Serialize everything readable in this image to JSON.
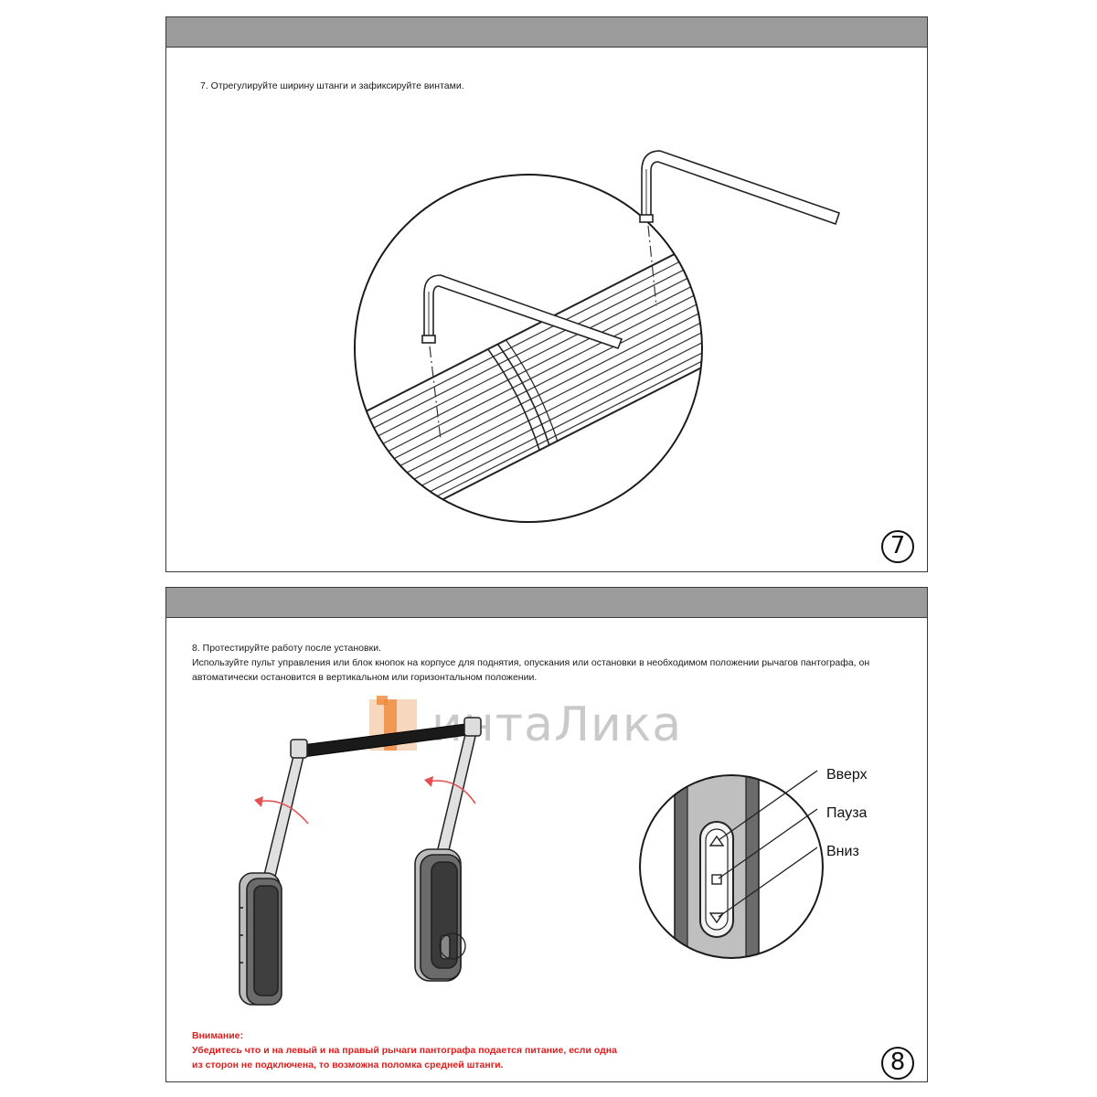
{
  "watermark": {
    "brand": "интаЛика",
    "accent": "#ef8a3a",
    "color": "#c9c9c9"
  },
  "step7": {
    "instruction": "7. Отрегулируйте ширину штанги и зафиксируйте винтами.",
    "number": "7"
  },
  "step8": {
    "lines": [
      "8. Протестируйте работу после установки.",
      "Используйте пульт управления или блок кнопок на корпусе для поднятия, опускания или остановки в необходимом положении рычагов пантографа, он",
      "автоматически остановится в вертикальном или горизонтальном положении."
    ],
    "buttons": {
      "up": "Вверх",
      "pause": "Пауза",
      "down": "Вниз"
    },
    "warning": {
      "title": "Внимание:",
      "line1": "Убедитесь что и на левый и на правый рычаги пантографа подается питание,  если одна",
      "line2": "из сторон не подключена, то возможна поломка средней штанги."
    },
    "number": "8"
  },
  "colors": {
    "header_gray": "#9b9b9b",
    "warning_red": "#e21b1b",
    "arrow_red": "#e25050"
  }
}
